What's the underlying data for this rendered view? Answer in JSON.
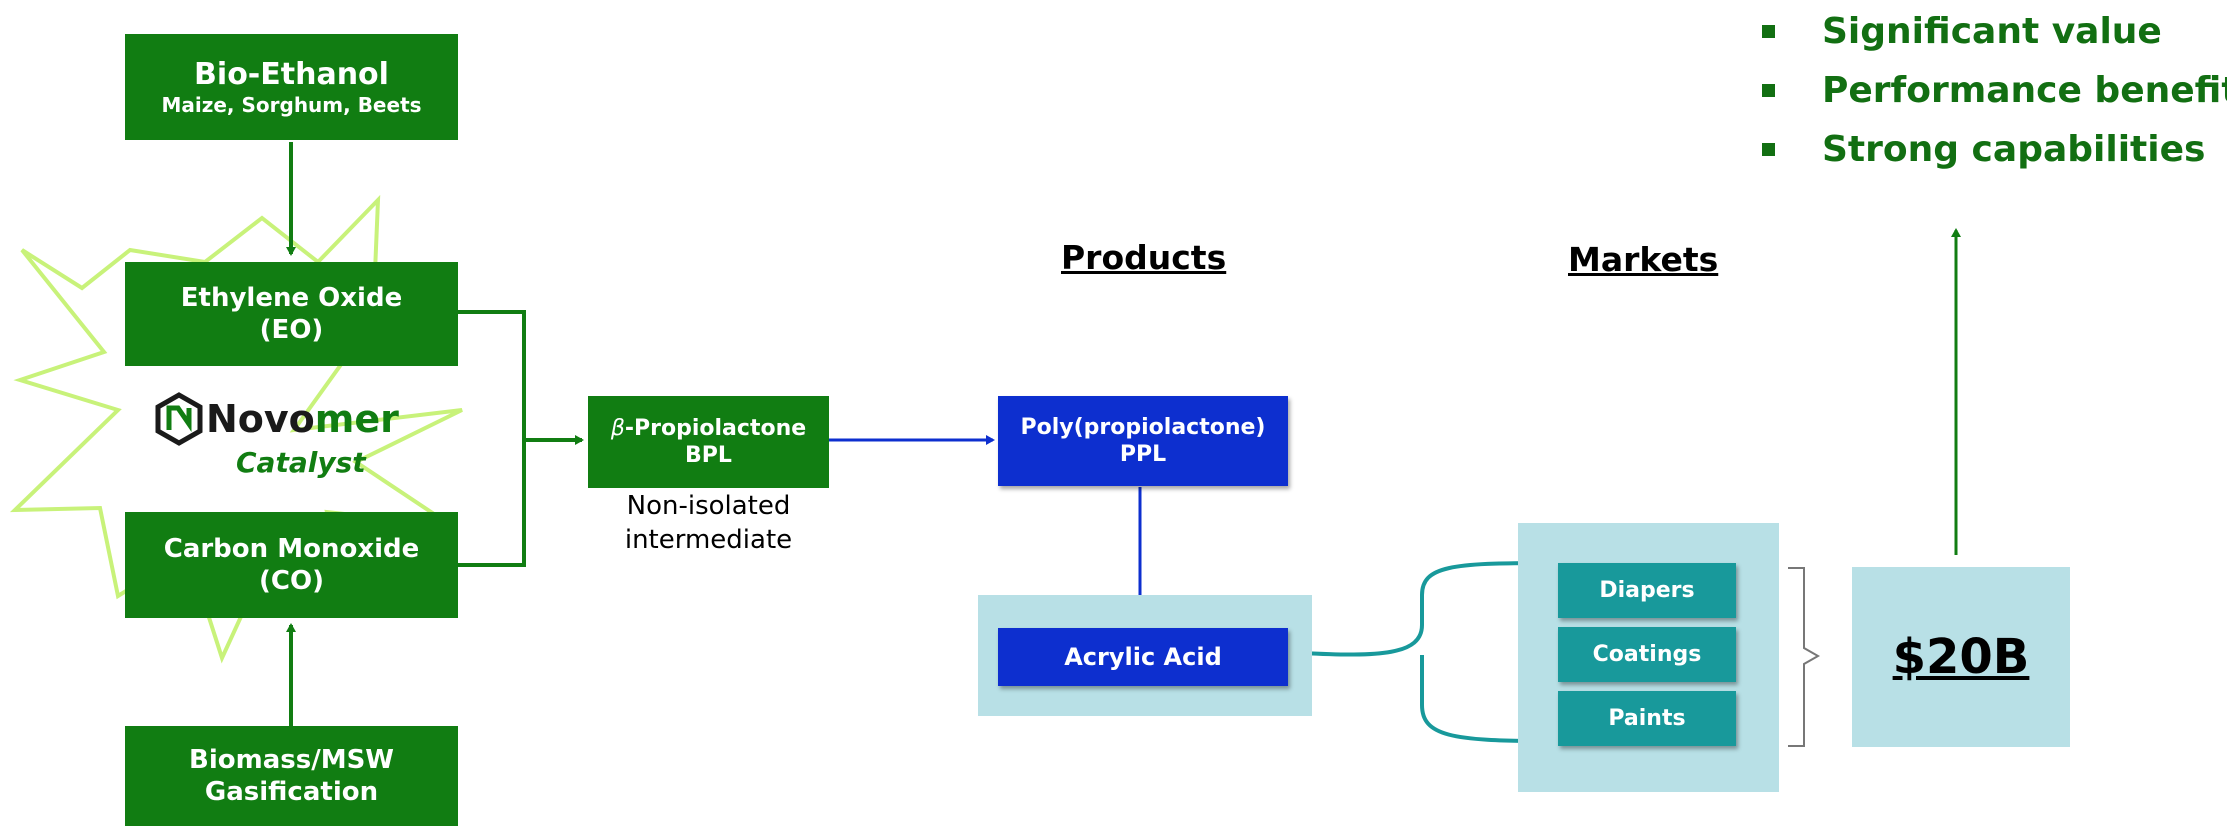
{
  "bullets": [
    "Significant value",
    "Performance benefits",
    "Strong capabilities"
  ],
  "headings": {
    "products": "Products",
    "markets": "Markets"
  },
  "feedstocks": {
    "bioethanol": {
      "title": "Bio-Ethanol",
      "subtitle": "Maize, Sorghum, Beets"
    },
    "ethylene_oxide": {
      "line1": "Ethylene Oxide",
      "line2": "(EO)"
    },
    "carbon_monoxide": {
      "line1": "Carbon Monoxide",
      "line2": "(CO)"
    },
    "biomass": {
      "line1": "Biomass/MSW",
      "line2": "Gasification"
    }
  },
  "catalyst": {
    "brand_prefix": "Novo",
    "brand_suffix": "mer",
    "label": "Catalyst"
  },
  "intermediate": {
    "greek": "β",
    "name": "-Propiolactone",
    "abbr": "BPL",
    "note_line1": "Non-isolated",
    "note_line2": "intermediate"
  },
  "products": {
    "ppl": {
      "line1": "Poly(propiolactone)",
      "line2": "PPL"
    },
    "acrylic_acid": "Acrylic Acid"
  },
  "markets": [
    "Diapers",
    "Coatings",
    "Paints"
  ],
  "market_size": "$20B",
  "colors": {
    "green": "#117d12",
    "dark_green": "#126f12",
    "blue": "#0d2fcf",
    "teal": "#18999b",
    "light_teal": "#b8e0e6",
    "starburst": "#c8f27a"
  }
}
